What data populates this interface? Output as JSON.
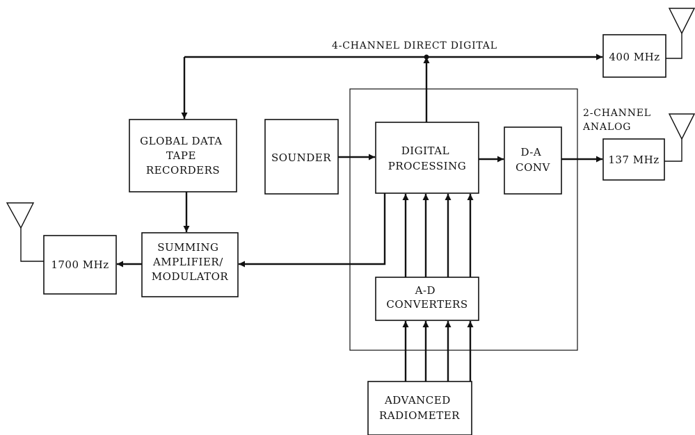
{
  "blocks": {
    "global_data": [
      "GLOBAL DATA",
      "TAPE",
      "RECORDERS"
    ],
    "sounder": [
      "SOUNDER"
    ],
    "digital_processing": [
      "DIGITAL",
      "PROCESSING"
    ],
    "da_conv": [
      "D-A",
      "CONV"
    ],
    "summing": [
      "SUMMING",
      "AMPLIFIER/",
      "MODULATOR"
    ],
    "ad_converters": [
      "A-D",
      "CONVERTERS"
    ],
    "advanced_radiometer": [
      "ADVANCED",
      "RADIOMETER"
    ],
    "tx_1700": [
      "1700 MHz"
    ],
    "tx_400": [
      "400 MHz"
    ],
    "tx_137": [
      "137 MHz"
    ]
  },
  "labels": {
    "direct_digital": "4-CHANNEL DIRECT DIGITAL",
    "analog": [
      "2-CHANNEL",
      "ANALOG"
    ]
  }
}
